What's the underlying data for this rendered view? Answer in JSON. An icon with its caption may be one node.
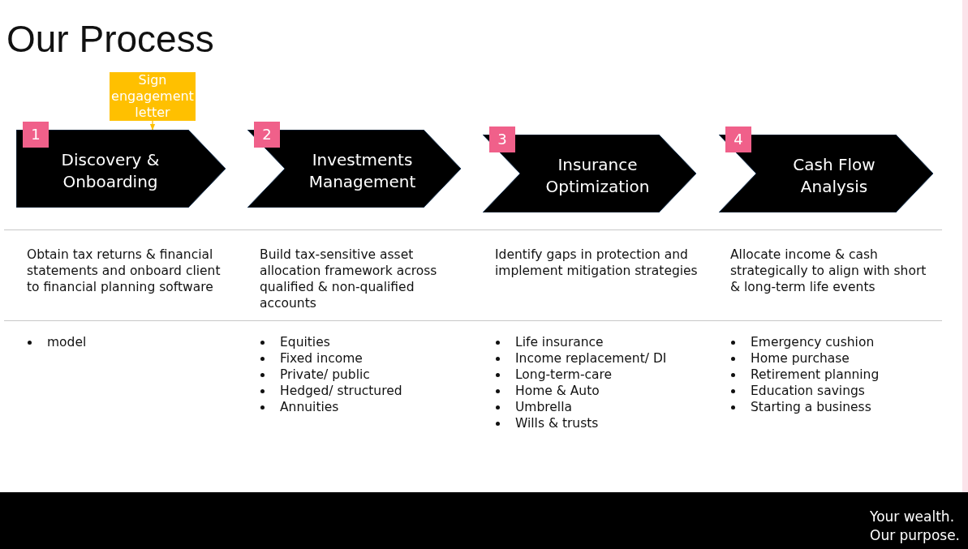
{
  "diagram": {
    "title": "Our Process",
    "nodes": [
      {
        "text": [
          "Sign engagement letter"
        ]
      },
      {
        "text": [
          "1",
          "Discovery & Onboarding"
        ]
      },
      {
        "text": [
          "2",
          "Investments Management"
        ]
      },
      {
        "text": [
          "3",
          "Insurance Optimization"
        ]
      },
      {
        "text": [
          "4",
          "Cash Flow Analysis"
        ]
      }
    ],
    "edges": [
      {
        "from": 0,
        "to": 1,
        "arrow": "to"
      }
    ],
    "labels": [
      "Obtain tax returns & financial statements and onboard client to financial planning software",
      "model",
      "Build tax-sensitive asset allocation framework across qualified & non-qualified accounts",
      "Equities",
      "Fixed income",
      "Private/ public",
      "Hedged/ structured",
      "Annuities",
      "Identify gaps in protection and implement mitigation strategies",
      "Life insurance",
      "Income replacement/ DI",
      "Long-term-care",
      "Home & Auto",
      "Umbrella",
      "Wills & trusts",
      "Allocate income & cash strategically to align with short & long-term life events",
      "Emergency cushion",
      "Home purchase",
      "Retirement planning",
      "Education savings",
      "Starting a business",
      "Your wealth. Our purpose."
    ]
  }
}
